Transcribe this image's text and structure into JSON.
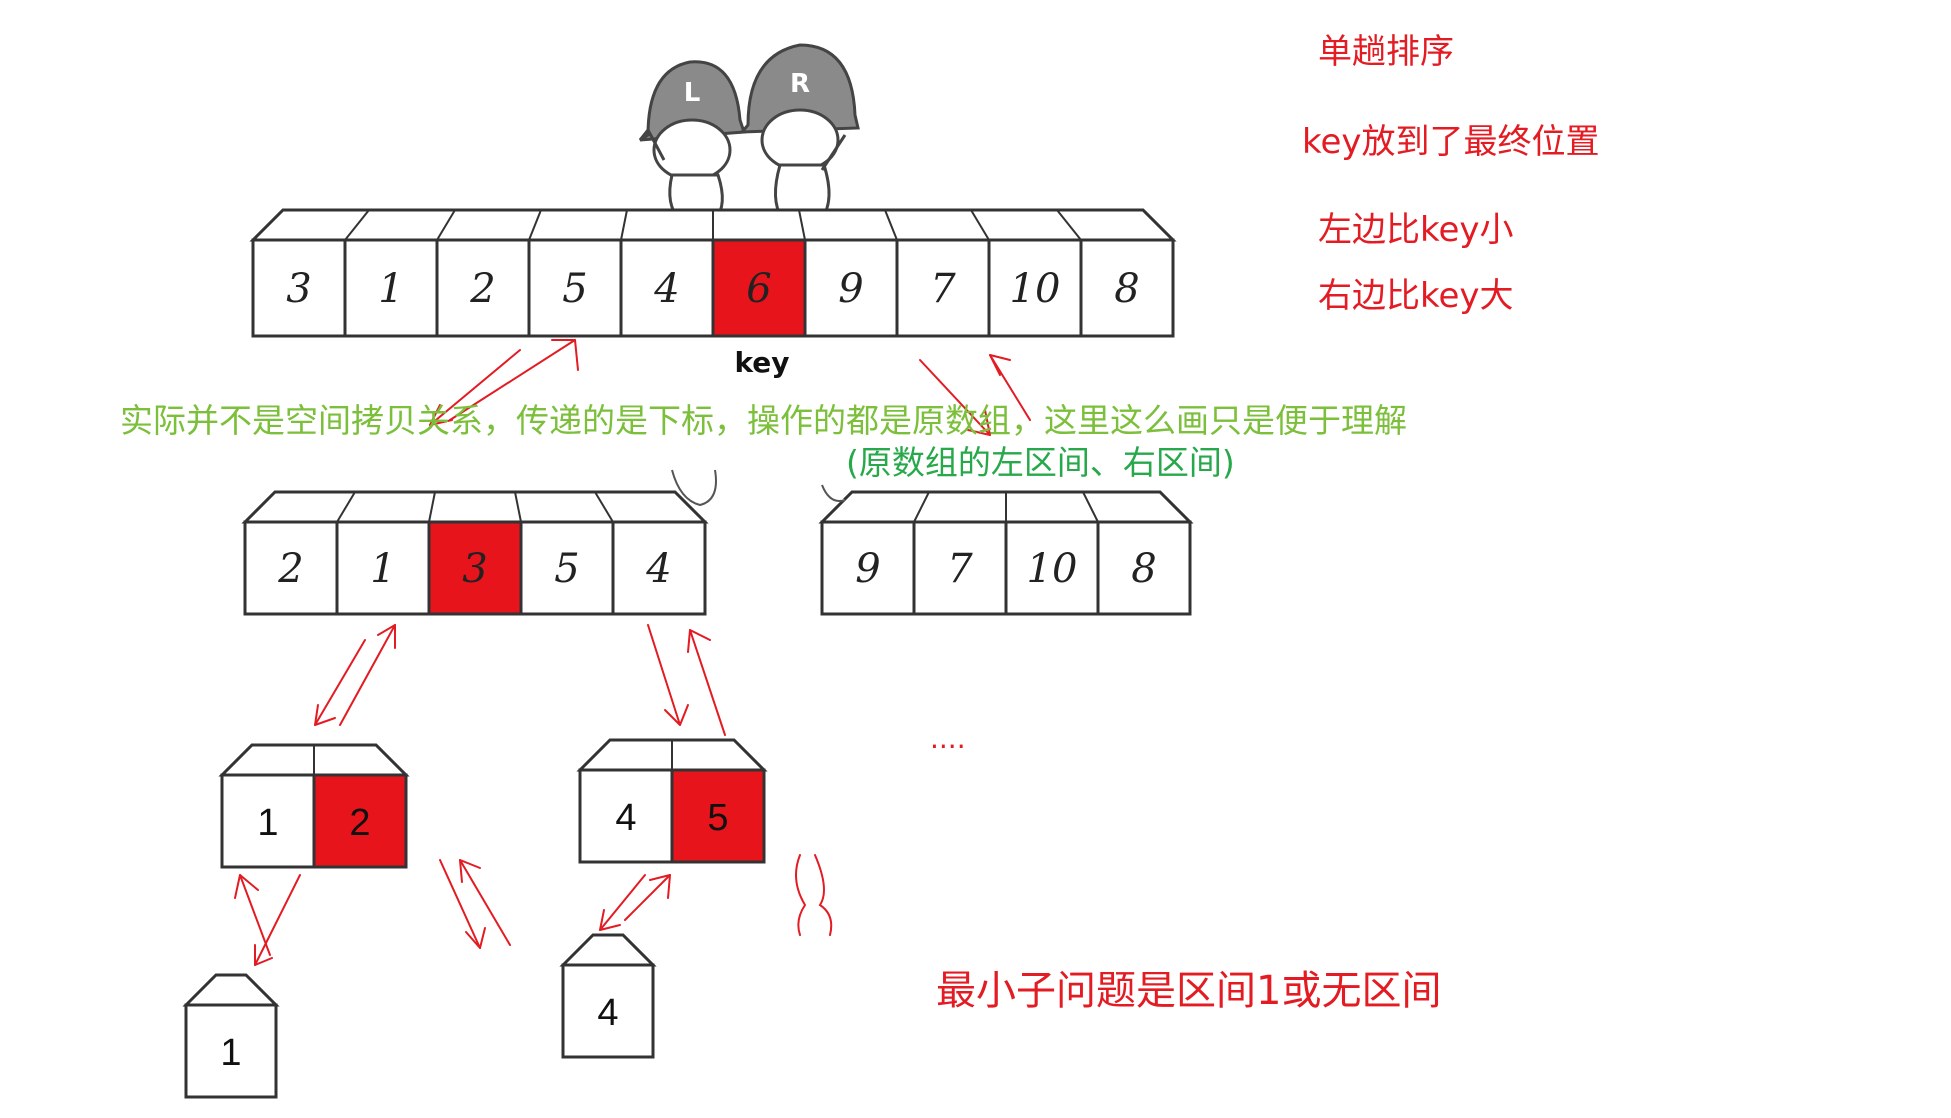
{
  "notes": {
    "single_pass": "单趟排序",
    "key_final": "key放到了最终位置",
    "left_smaller": "左边比key小",
    "right_larger": "右边比key大",
    "explanation": "实际并不是空间拷贝关系，传递的是下标，操作的都是原数组，这里这么画只是便于理解",
    "explanation_sub": "(原数组的左区间、右区间)",
    "min_subproblem": "最小子问题是区间1或无区间",
    "ellipsis": "...."
  },
  "pointers": {
    "left": "L",
    "right": "R"
  },
  "key_label": "key",
  "arrays": {
    "level0": [
      "3",
      "1",
      "2",
      "5",
      "4",
      "6",
      "9",
      "7",
      "10",
      "8"
    ],
    "level1_left": [
      "2",
      "1",
      "3",
      "5",
      "4"
    ],
    "level1_right": [
      "9",
      "7",
      "10",
      "8"
    ],
    "level2_a": [
      "1",
      "2"
    ],
    "level2_b": [
      "4",
      "5"
    ],
    "level3_a": [
      "1"
    ],
    "level3_b": [
      "4"
    ]
  },
  "colors": {
    "annotation_red": "#e31b23",
    "highlight_red": "#e8141b",
    "note_green": "#7bbf3a",
    "note_green_dark": "#27a84a",
    "outline": "#333333"
  }
}
